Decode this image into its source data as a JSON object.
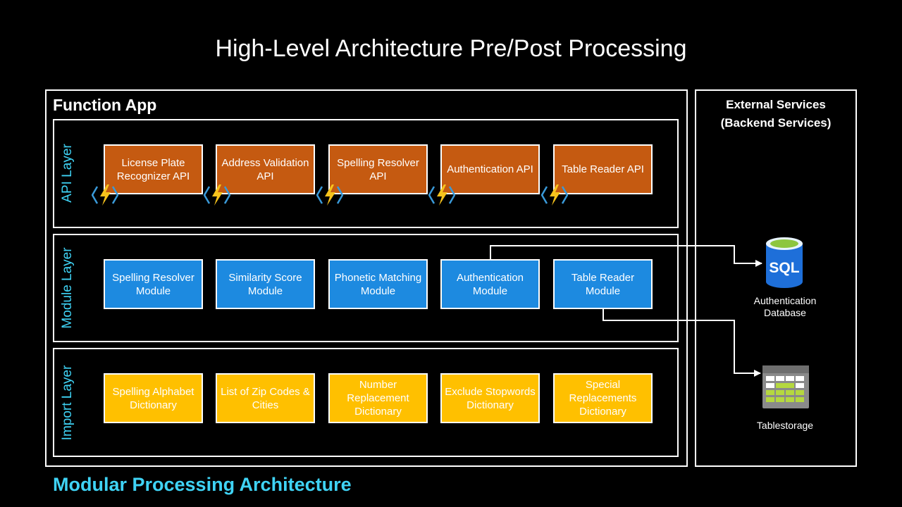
{
  "title": "High-Level Architecture Pre/Post Processing",
  "function_app": {
    "label": "Function App",
    "layers": {
      "api": {
        "label": "API Layer",
        "items": [
          "License Plate Recognizer API",
          "Address Validation API",
          "Spelling Resolver API",
          "Authentication API",
          "Table Reader API"
        ]
      },
      "module": {
        "label": "Module Layer",
        "items": [
          "Spelling Resolver Module",
          "Similarity Score Module",
          "Phonetic Matching Module",
          "Authentication Module",
          "Table Reader Module"
        ]
      },
      "import": {
        "label": "Import Layer",
        "items": [
          "Spelling Alphabet Dictionary",
          "List of Zip Codes & Cities",
          "Number Replacement Dictionary",
          "Exclude Stopwords Dictionary",
          "Special Replacements Dictionary"
        ]
      }
    }
  },
  "external": {
    "title_line1": "External Services",
    "title_line2": "(Backend Services)",
    "sql_icon_text": "SQL",
    "db_caption_line1": "Authentication",
    "db_caption_line2": "Database",
    "table_caption": "Tablestorage"
  },
  "footer": "Modular Processing Architecture",
  "colors": {
    "api": "#c55a11",
    "module": "#1d8ae0",
    "import": "#ffc000",
    "accent": "#3fd3f5"
  },
  "icons": {
    "function": "azure-function-icon",
    "sql": "sql-database-icon",
    "table": "table-storage-icon"
  }
}
